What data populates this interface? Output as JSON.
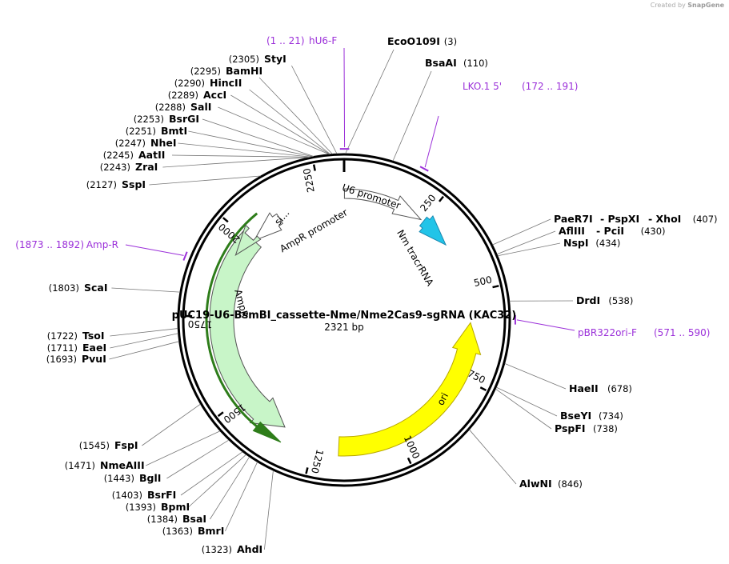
{
  "credit": {
    "prefix": "Created by",
    "brand": "SnapGene"
  },
  "plasmid": {
    "name": "pUC19-U6-BsmBI_cassette-Nme/Nme2Cas9-sgRNA (KAC32)",
    "length_label": "2321 bp",
    "length": 2321
  },
  "ticks": [
    "250",
    "500",
    "750",
    "1000",
    "1250",
    "1500",
    "1750",
    "2000",
    "2250"
  ],
  "features": [
    {
      "name": "U6 promoter",
      "start": 1,
      "end": 241,
      "color": "#ffffff",
      "dir": 1
    },
    {
      "name": "Nm tracrRNA",
      "start": 250,
      "end": 345,
      "color": "#22c4e8",
      "dir": 1
    },
    {
      "name": "ori",
      "start": 588,
      "end": 1176,
      "color": "#ffff00",
      "dir": -1
    },
    {
      "name": "AmpR",
      "start": 1347,
      "end": 2007,
      "color": "#c8f5c8",
      "dir": -1
    },
    {
      "name": "AmpR promoter",
      "start": 2008,
      "end": 2112,
      "color": "#ffffff",
      "dir": -1
    },
    {
      "name": "si...",
      "start": 1940,
      "end": 2007,
      "color": "#c8f5c8",
      "dir": -1
    }
  ],
  "sites": [
    {
      "name": "EcoO109I",
      "pos": "(3)"
    },
    {
      "name": "BsaAI",
      "pos": "(110)"
    },
    {
      "name": "PaeR7I",
      "pos": ""
    },
    {
      "name": "- PspXI",
      "pos": ""
    },
    {
      "name": "- XhoI",
      "pos": "(407)"
    },
    {
      "name": "AflIII",
      "pos": ""
    },
    {
      "name": "- PciI",
      "pos": "(430)"
    },
    {
      "name": "NspI",
      "pos": "(434)"
    },
    {
      "name": "DrdI",
      "pos": "(538)"
    },
    {
      "name": "HaeII",
      "pos": "(678)"
    },
    {
      "name": "BseYI",
      "pos": "(734)"
    },
    {
      "name": "PspFI",
      "pos": "(738)"
    },
    {
      "name": "AlwNI",
      "pos": "(846)"
    },
    {
      "name": "AhdI",
      "pos": "(1323)"
    },
    {
      "name": "BmrI",
      "pos": "(1363)"
    },
    {
      "name": "BsaI",
      "pos": "(1384)"
    },
    {
      "name": "BpmI",
      "pos": "(1393)"
    },
    {
      "name": "BsrFI",
      "pos": "(1403)"
    },
    {
      "name": "BglI",
      "pos": "(1443)"
    },
    {
      "name": "NmeAIII",
      "pos": "(1471)"
    },
    {
      "name": "FspI",
      "pos": "(1545)"
    },
    {
      "name": "PvuI",
      "pos": "(1693)"
    },
    {
      "name": "EaeI",
      "pos": "(1711)"
    },
    {
      "name": "TsoI",
      "pos": "(1722)"
    },
    {
      "name": "ScaI",
      "pos": "(1803)"
    },
    {
      "name": "SspI",
      "pos": "(2127)"
    },
    {
      "name": "ZraI",
      "pos": "(2243)"
    },
    {
      "name": "AatII",
      "pos": "(2245)"
    },
    {
      "name": "NheI",
      "pos": "(2247)"
    },
    {
      "name": "BmtI",
      "pos": "(2251)"
    },
    {
      "name": "BsrGI",
      "pos": "(2253)"
    },
    {
      "name": "SalI",
      "pos": "(2288)"
    },
    {
      "name": "AccI",
      "pos": "(2289)"
    },
    {
      "name": "HincII",
      "pos": "(2290)"
    },
    {
      "name": "BamHI",
      "pos": "(2295)"
    },
    {
      "name": "StyI",
      "pos": "(2305)"
    }
  ],
  "primers": [
    {
      "name": "hU6-F",
      "range": "(1 .. 21)"
    },
    {
      "name": "LKO.1 5'",
      "range": "(172 .. 191)"
    },
    {
      "name": "pBR322ori-F",
      "range": "(571 .. 590)"
    },
    {
      "name": "Amp-R",
      "range": "(1873 .. 1892)"
    }
  ],
  "colors": {
    "backbone": "#000000",
    "primer": "#9b30d9",
    "leader": "#777777"
  }
}
